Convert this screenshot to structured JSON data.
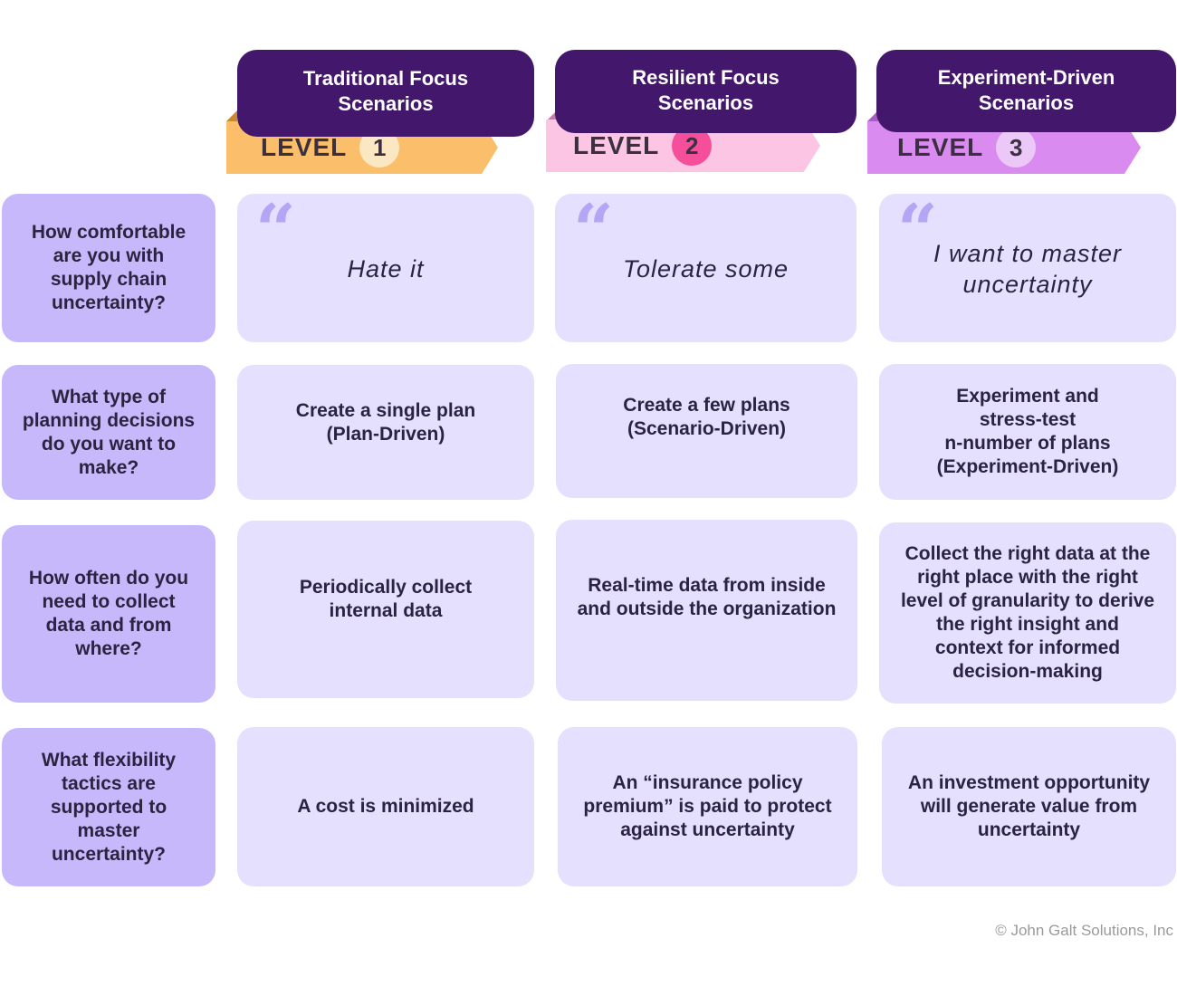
{
  "columns": [
    {
      "title": "Traditional Focus\nScenarios",
      "level_word": "LEVEL",
      "level_num": "1"
    },
    {
      "title": "Resilient Focus\nScenarios",
      "level_word": "LEVEL",
      "level_num": "2"
    },
    {
      "title": "Experiment-Driven\nScenarios",
      "level_word": "LEVEL",
      "level_num": "3"
    }
  ],
  "colors": {
    "header_tab": "#43176b",
    "level1_band": "#fbbf6b",
    "level2_band": "#fcc5e3",
    "level3_band": "#d98bef",
    "question_cell": "#c7b8fb",
    "answer_cell": "#e4e0fd"
  },
  "rows": [
    {
      "question": "How comfortable\nare you with\nsupply chain\nuncertainty?",
      "answers": [
        "Hate it",
        "Tolerate some",
        "I want to master\nuncertainty"
      ]
    },
    {
      "question": "What type of\nplanning decisions\ndo you want to\nmake?",
      "answers": [
        "Create a single plan\n(Plan-Driven)",
        "Create a few plans\n(Scenario-Driven)",
        "Experiment and\nstress-test\nn-number of plans\n(Experiment-Driven)"
      ]
    },
    {
      "question": "How often do you\nneed to collect\ndata and from\nwhere?",
      "answers": [
        "Periodically collect\ninternal data",
        "Real-time data from inside\nand outside the organization",
        "Collect the right data at the\nright place with the right\nlevel of granularity to derive\nthe right insight and\ncontext for informed\ndecision-making"
      ]
    },
    {
      "question": "What flexibility\ntactics are\nsupported to\nmaster\nuncertainty?",
      "answers": [
        "A cost is minimized",
        "An “insurance policy\npremium” is paid to protect\nagainst uncertainty",
        "An investment opportunity\nwill generate value from\nuncertainty"
      ]
    }
  ],
  "quote_icon": "left-double-quote-icon",
  "quote_glyph": "“",
  "footer": "© John Galt Solutions, Inc"
}
